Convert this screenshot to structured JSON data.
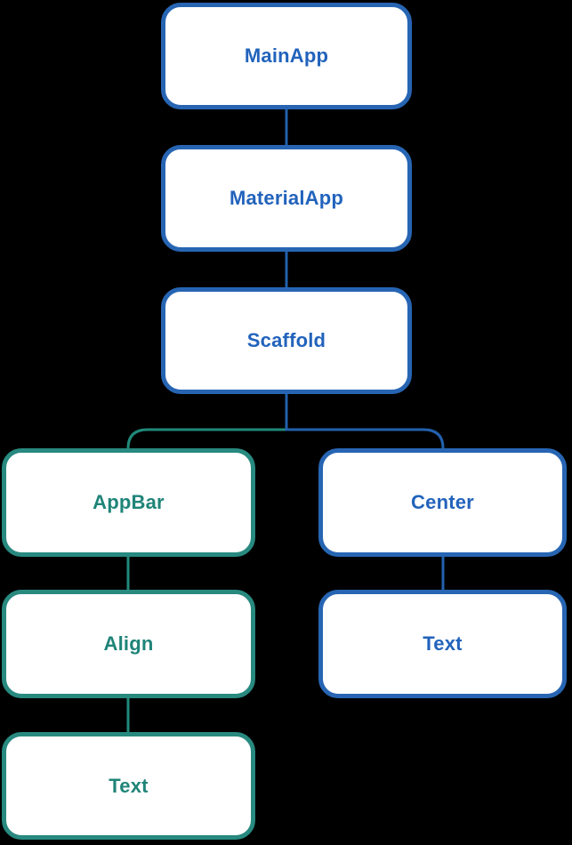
{
  "colors": {
    "background": "#000000",
    "node_fill": "#ffffff",
    "blue_border": "#2765b3",
    "blue_text": "#2263bc",
    "teal_border": "#28897f",
    "teal_text": "#1f8478",
    "blue_line": "#2261ac",
    "teal_line": "#1f8a7a"
  },
  "diagram": {
    "type": "widget-tree",
    "nodes": [
      {
        "id": "mainapp",
        "label": "MainApp",
        "theme": "blue"
      },
      {
        "id": "materialapp",
        "label": "MaterialApp",
        "theme": "blue"
      },
      {
        "id": "scaffold",
        "label": "Scaffold",
        "theme": "blue"
      },
      {
        "id": "appbar",
        "label": "AppBar",
        "theme": "teal"
      },
      {
        "id": "center",
        "label": "Center",
        "theme": "blue"
      },
      {
        "id": "align",
        "label": "Align",
        "theme": "teal"
      },
      {
        "id": "text_left",
        "label": "Text",
        "theme": "teal"
      },
      {
        "id": "text_right",
        "label": "Text",
        "theme": "blue"
      }
    ],
    "edges": [
      {
        "from": "MainApp",
        "to": "MaterialApp",
        "color": "blue"
      },
      {
        "from": "MaterialApp",
        "to": "Scaffold",
        "color": "blue"
      },
      {
        "from": "Scaffold",
        "to": "AppBar",
        "color": "teal"
      },
      {
        "from": "Scaffold",
        "to": "Center",
        "color": "blue"
      },
      {
        "from": "AppBar",
        "to": "Align",
        "color": "teal"
      },
      {
        "from": "Align",
        "to": "Text",
        "color": "teal"
      },
      {
        "from": "Center",
        "to": "Text",
        "color": "blue"
      }
    ]
  }
}
